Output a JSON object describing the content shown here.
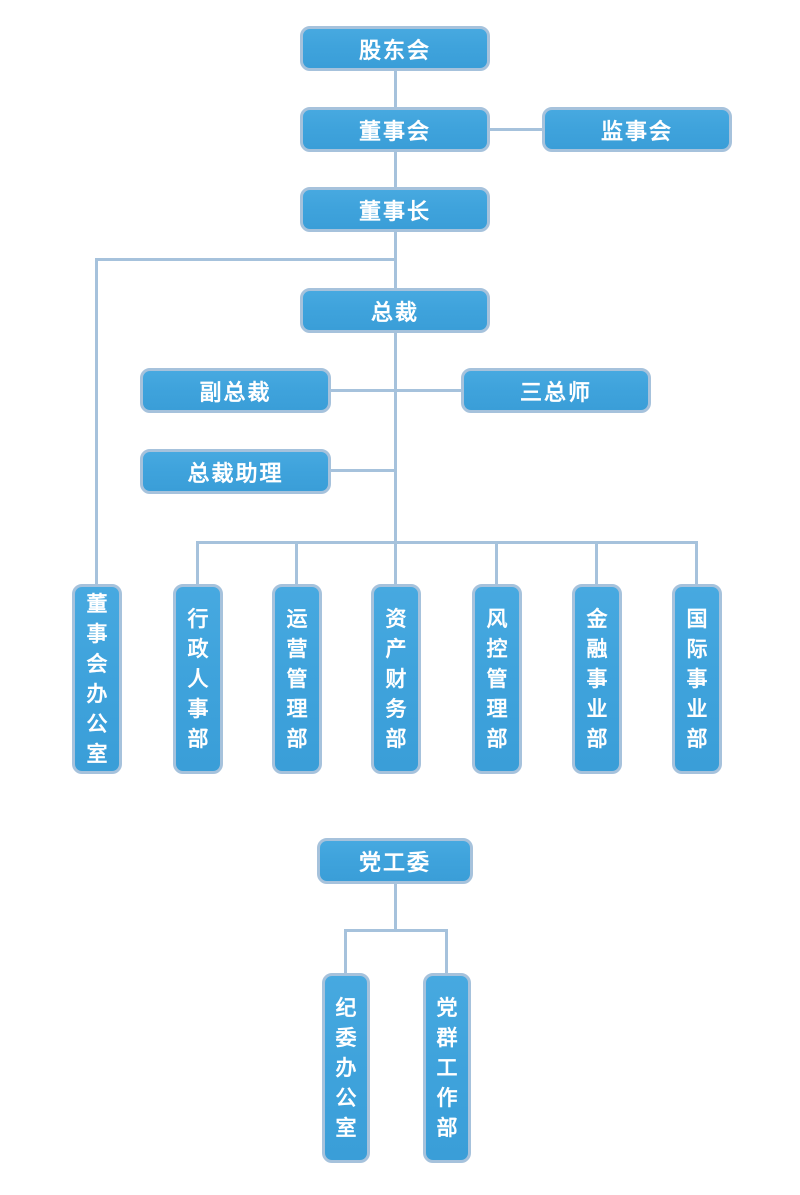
{
  "org": {
    "nodes": {
      "shareholders": "股东会",
      "board": "董事会",
      "supervisory": "监事会",
      "chairman": "董事长",
      "president": "总裁",
      "vice_president": "副总裁",
      "three_chiefs": "三总师",
      "president_assistant": "总裁助理",
      "board_office": "董事会办公室",
      "admin_hr": "行政人事部",
      "operations": "运营管理部",
      "asset_finance": "资产财务部",
      "risk_control": "风控管理部",
      "financial": "金融事业部",
      "international": "国际事业部",
      "party_committee": "党工委",
      "discipline_office": "纪委办公室",
      "party_mass_work": "党群工作部"
    },
    "edges": [
      [
        "shareholders",
        "board"
      ],
      [
        "board",
        "supervisory"
      ],
      [
        "board",
        "chairman"
      ],
      [
        "chairman",
        "president"
      ],
      [
        "chairman",
        "board_office"
      ],
      [
        "president",
        "vice_president"
      ],
      [
        "president",
        "three_chiefs"
      ],
      [
        "president",
        "president_assistant"
      ],
      [
        "president",
        "admin_hr"
      ],
      [
        "president",
        "operations"
      ],
      [
        "president",
        "asset_finance"
      ],
      [
        "president",
        "risk_control"
      ],
      [
        "president",
        "financial"
      ],
      [
        "president",
        "international"
      ],
      [
        "party_committee",
        "discipline_office"
      ],
      [
        "party_committee",
        "party_mass_work"
      ]
    ],
    "colors": {
      "node_fill": "#3FA3DC",
      "node_border": "#A6C2DC",
      "connector": "#A6C2DC",
      "text": "#FFFFFF",
      "background": "#FFFFFF"
    }
  }
}
